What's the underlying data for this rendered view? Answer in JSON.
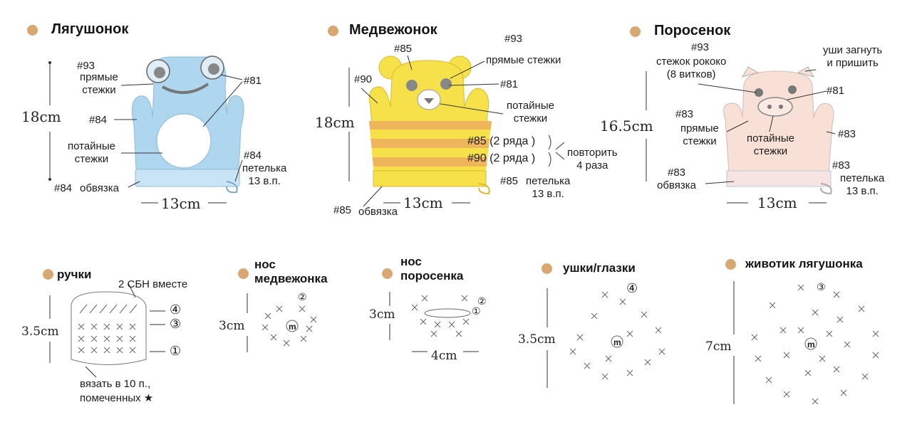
{
  "colors": {
    "bullet": "#d8a872",
    "frog_body": "#aed6ef",
    "bear_yellow": "#f7e14a",
    "bear_stripe": "#efb55b",
    "pig_body": "#f9e0d6",
    "pig_cuff": "#c9d6ea",
    "line": "#333333"
  },
  "frog": {
    "title": "Лягушонок",
    "height": "18cm",
    "width": "13cm",
    "c93": "#93",
    "eye_stitch": "прямые\nстежки",
    "c81": "#81",
    "c84_body": "#84",
    "hidden_stitch": "потайные\nстежки",
    "c84_loop": "#84",
    "loop": "петелька\n13 в.п.",
    "c84_edge": "#84",
    "edging": "обвязка"
  },
  "bear": {
    "title": "Медвежонок",
    "height": "18cm",
    "width": "13cm",
    "c85_head": "#85",
    "c93": "#93",
    "straight": "прямые стежки",
    "c90": "#90",
    "c81": "#81",
    "hidden": "потайные\nстежки",
    "row1": "#85 (2 ряда )",
    "row2": "#90 (2 ряда )",
    "repeat": "повторить\n4 раза",
    "c85_loop": "#85",
    "loop": "петелька\n13 в.п.",
    "c85_edge": "#85",
    "edging": "обвязка"
  },
  "pig": {
    "title": "Поросенок",
    "height": "16.5cm",
    "width": "13cm",
    "c93": "#93",
    "rococo": "стежок рококо\n(8 витков)",
    "ears": "уши загнуть\nи пришить",
    "c81": "#81",
    "c83_left": "#83",
    "straight": "прямые\nстежки",
    "hidden": "потайные\nстежки",
    "c83_right": "#83",
    "c83_edge": "#83",
    "edging": "обвязка",
    "c83_loop": "#83",
    "loop": "петелька\n13 в.п."
  },
  "handles": {
    "title": "ручки",
    "note": "2 СБН вместе",
    "height": "3.5cm",
    "r4": "④",
    "r3": "③",
    "r1": "①",
    "bottom": "вязать в 10 п.,\nпомеченных ★"
  },
  "bear_nose": {
    "title": "нос\nмедвежонка",
    "height": "3cm",
    "m": "m",
    "r2": "②"
  },
  "pig_nose": {
    "title": "нос\nпоросенка",
    "height": "3cm",
    "width": "4cm",
    "r2": "②",
    "r1": "①"
  },
  "ears_eyes": {
    "title": "ушки/глазки",
    "height": "3.5cm",
    "r4": "④",
    "m": "m"
  },
  "frog_belly": {
    "title": "животик лягушонка",
    "height": "7cm",
    "r3": "③",
    "m": "m"
  }
}
